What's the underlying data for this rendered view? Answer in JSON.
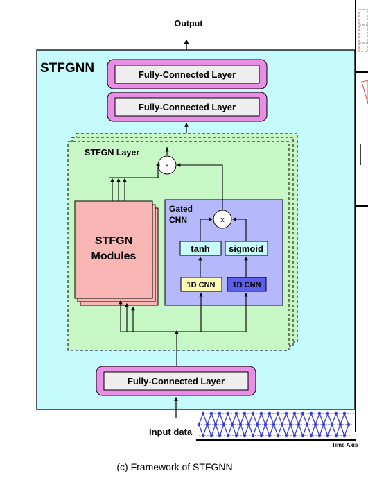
{
  "output_label": "Output",
  "framework_title": "STFGNN",
  "fc_layer_top_1": "Fully-Connected Layer",
  "fc_layer_top_2": "Fully-Connected Layer",
  "fc_layer_bottom": "Fully-Connected Layer",
  "stfgn_layer_title": "STFGN Layer",
  "plus_symbol": "+",
  "times_symbol": "x",
  "modules_label_line1": "STFGN",
  "modules_label_line2": "Modules",
  "gated_cnn_line1": "Gated",
  "gated_cnn_line2": "CNN",
  "tanh_label": "tanh",
  "sigmoid_label": "sigmoid",
  "cnn_left_label": "1D CNN",
  "cnn_right_label": "1D CNN",
  "input_label": "Input data",
  "time_axis_label": "Time Axis",
  "caption": "(c) Framework of STFGNN",
  "colors": {
    "outer_bg": "#c6fbfd",
    "layer_bg": "#c7f7c4",
    "modules_bg": "#f8b6b4",
    "gated_bg": "#b5b8fb",
    "fc_border": "#e98ee5",
    "fc_fill": "#eeeeee",
    "tanh_fill": "#c8fdfb",
    "cnn_left_fill": "#fdfab4",
    "cnn_right_fill": "#5b5fea",
    "input_arrow": "#3a3cd8"
  }
}
